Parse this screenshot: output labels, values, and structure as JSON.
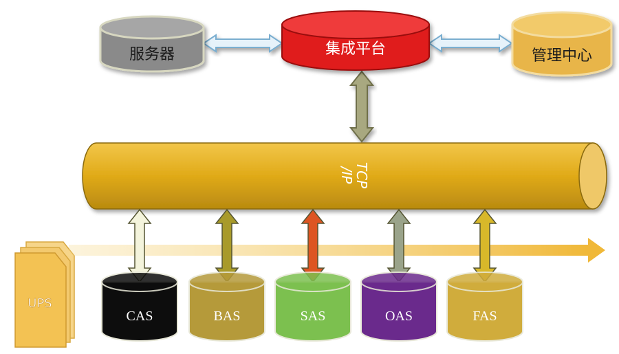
{
  "top_nodes": {
    "server": {
      "label": "服务器",
      "color": "#8a8a8a"
    },
    "platform": {
      "label": "集成平台",
      "color": "#e01e1e"
    },
    "mgmt": {
      "label": "管理中心",
      "color": "#e8b548"
    }
  },
  "bus": {
    "label_line1": "TCP",
    "label_line2": "/IP",
    "color": "#e3ad1a"
  },
  "ups": {
    "label": "UPS",
    "color": "#f3c253"
  },
  "subsystems": [
    {
      "label": "CAS",
      "color": "#0d0d0d",
      "text_color": "#ffffff",
      "arrow_color": "#f4f4dc"
    },
    {
      "label": "BAS",
      "color": "#b59a3a",
      "text_color": "#ffffff",
      "arrow_color": "#a89a2a"
    },
    {
      "label": "SAS",
      "color": "#7cc04f",
      "text_color": "#ffffff",
      "arrow_color": "#dd5522"
    },
    {
      "label": "OAS",
      "color": "#6a2a8c",
      "text_color": "#ffffff",
      "arrow_color": "#9aa38a"
    },
    {
      "label": "FAS",
      "color": "#d0ac3c",
      "text_color": "#ffffff",
      "arrow_color": "#d8b82a"
    }
  ]
}
